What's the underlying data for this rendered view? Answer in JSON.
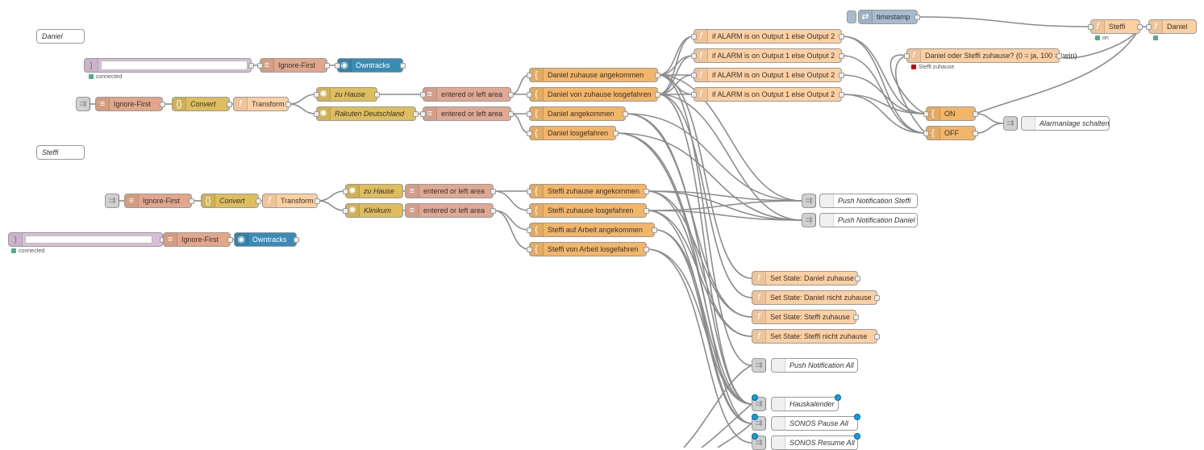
{
  "flow": {
    "comments": {
      "daniel": "Daniel",
      "steffi": "Steffi"
    },
    "daniel_row": {
      "ignore_first_top": "Ignore-First",
      "owntracks_top": "Owntracks",
      "mqtt_status": "connected",
      "ignore_first": "Ignore-First",
      "convert": "Convert",
      "transform": "Transform",
      "zu_hause": "zu Hause",
      "rakuten": "Rakuten Deutschland",
      "entered_1": "entered or left area",
      "entered_2": "entered or left area"
    },
    "daniel_switches": [
      "Daniel zuhause angekommen",
      "Daniel von zuhause losgefahren",
      "Daniel angekommen",
      "Daniel losgefahren"
    ],
    "steffi_row": {
      "ignore_first": "Ignore-First",
      "convert": "Convert",
      "transform": "Transform",
      "zu_hause": "zu Hause",
      "klinikum": "Klinikum",
      "entered_1": "entered or left area",
      "entered_2": "entered or left area",
      "ignore_first_bottom": "Ignore-First",
      "owntracks_bottom": "Owntracks",
      "mqtt_status": "connected"
    },
    "steffi_switches": [
      "Steffi zuhause angekommen",
      "Steffi zuhause losgefahren",
      "Steffi auf Arbeit angekommen",
      "Steffi von Arbeit losgefahren"
    ],
    "alarm_functions": [
      "if ALARM is on Output 1 else Output 2",
      "if ALARM is on Output 1 else Output 2",
      "if ALARM is on Output 1 else Output 2",
      "if ALARM is on Output 1 else Output 2"
    ],
    "push": {
      "steffi": "Push Notification Steffi",
      "daniel": "Push Notification Daniel",
      "all": "Push Notification All"
    },
    "set_state": [
      "Set State: Daniel zuhause",
      "Set State: Daniel nicht zuhause",
      "Set State: Steffi zuhause",
      "Set State: Steffi nicht zuhause"
    ],
    "outputs": {
      "hauskalender": "Hauskalender",
      "sonos_pause": "SONOS Pause All",
      "sonos_resume": "SONOS Resume All"
    },
    "alarm": {
      "timestamp": "timestamp",
      "steffi": "Steffi",
      "daniel": "Daniel",
      "steffi_status": "on",
      "check": "Daniel oder Steffi zuhause? (0 = ja, 100 = nein)",
      "check_status": "Steffi zuhause",
      "on": "ON",
      "off": "OFF",
      "schalten": "Alarmanlage schalten"
    }
  }
}
